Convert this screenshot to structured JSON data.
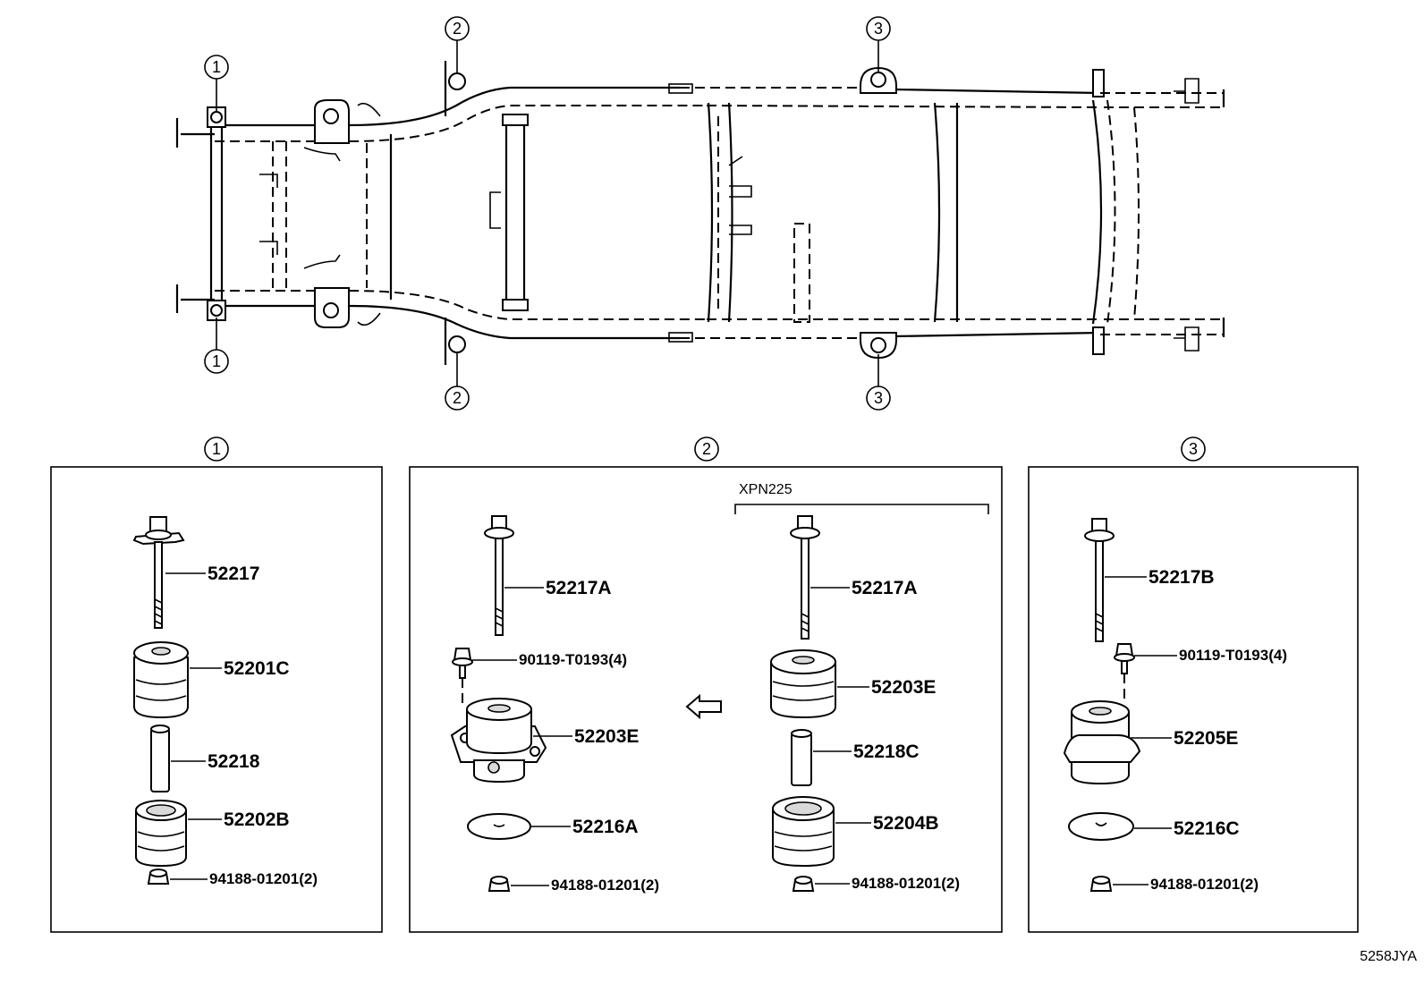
{
  "diagram_code": "5258JYA",
  "callouts": {
    "c1": "1",
    "c2": "2",
    "c3": "3"
  },
  "panels": {
    "p1": {
      "title": "1",
      "parts": {
        "bolt": "52217",
        "upper_cushion": "52201C",
        "sleeve": "52218",
        "lower_cushion": "52202B",
        "nut": "94188-01201(2)"
      }
    },
    "p2": {
      "title": "2",
      "variant_label": "XPN225",
      "left": {
        "bolt": "52217A",
        "screw": "90119-T0193(4)",
        "cushion": "52203E",
        "washer": "52216A",
        "nut": "94188-01201(2)"
      },
      "right": {
        "bolt": "52217A",
        "cushion": "52203E",
        "sleeve": "52218C",
        "lower_cushion": "52204B",
        "nut": "94188-01201(2)"
      }
    },
    "p3": {
      "title": "3",
      "parts": {
        "bolt": "52217B",
        "screw": "90119-T0193(4)",
        "cushion": "52205E",
        "washer": "52216C",
        "nut": "94188-01201(2)"
      }
    }
  }
}
